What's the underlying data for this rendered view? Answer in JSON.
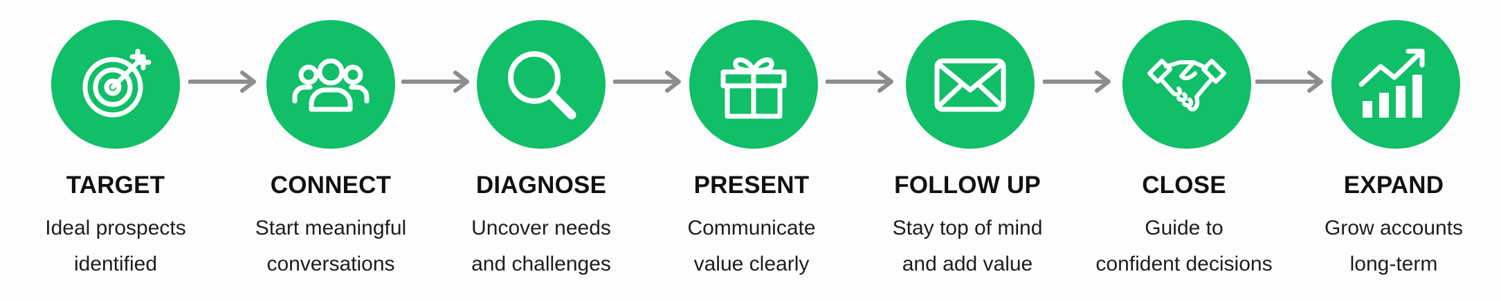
{
  "colors": {
    "circle": "#10bf68",
    "icon_stroke": "#ffffff",
    "arrow": "#8d8d8d",
    "title_text": "#111111",
    "desc_text": "#1d1d1d"
  },
  "steps": [
    {
      "title": "TARGET",
      "line1": "Ideal prospects",
      "line2": "identified",
      "icon": "target-icon"
    },
    {
      "title": "CONNECT",
      "line1": "Start meaningful",
      "line2": "conversations",
      "icon": "people-group-icon"
    },
    {
      "title": "DIAGNOSE",
      "line1": "Uncover needs",
      "line2": "and challenges",
      "icon": "magnifier-icon"
    },
    {
      "title": "PRESENT",
      "line1": "Communicate",
      "line2": "value clearly",
      "icon": "gift-icon"
    },
    {
      "title": "FOLLOW UP",
      "line1": "Stay top of mind",
      "line2": "and add value",
      "icon": "envelope-icon"
    },
    {
      "title": "CLOSE",
      "line1": "Guide to",
      "line2": "confident decisions",
      "icon": "handshake-icon"
    },
    {
      "title": "EXPAND",
      "line1": "Grow accounts",
      "line2": "long-term",
      "icon": "growth-chart-icon"
    }
  ]
}
